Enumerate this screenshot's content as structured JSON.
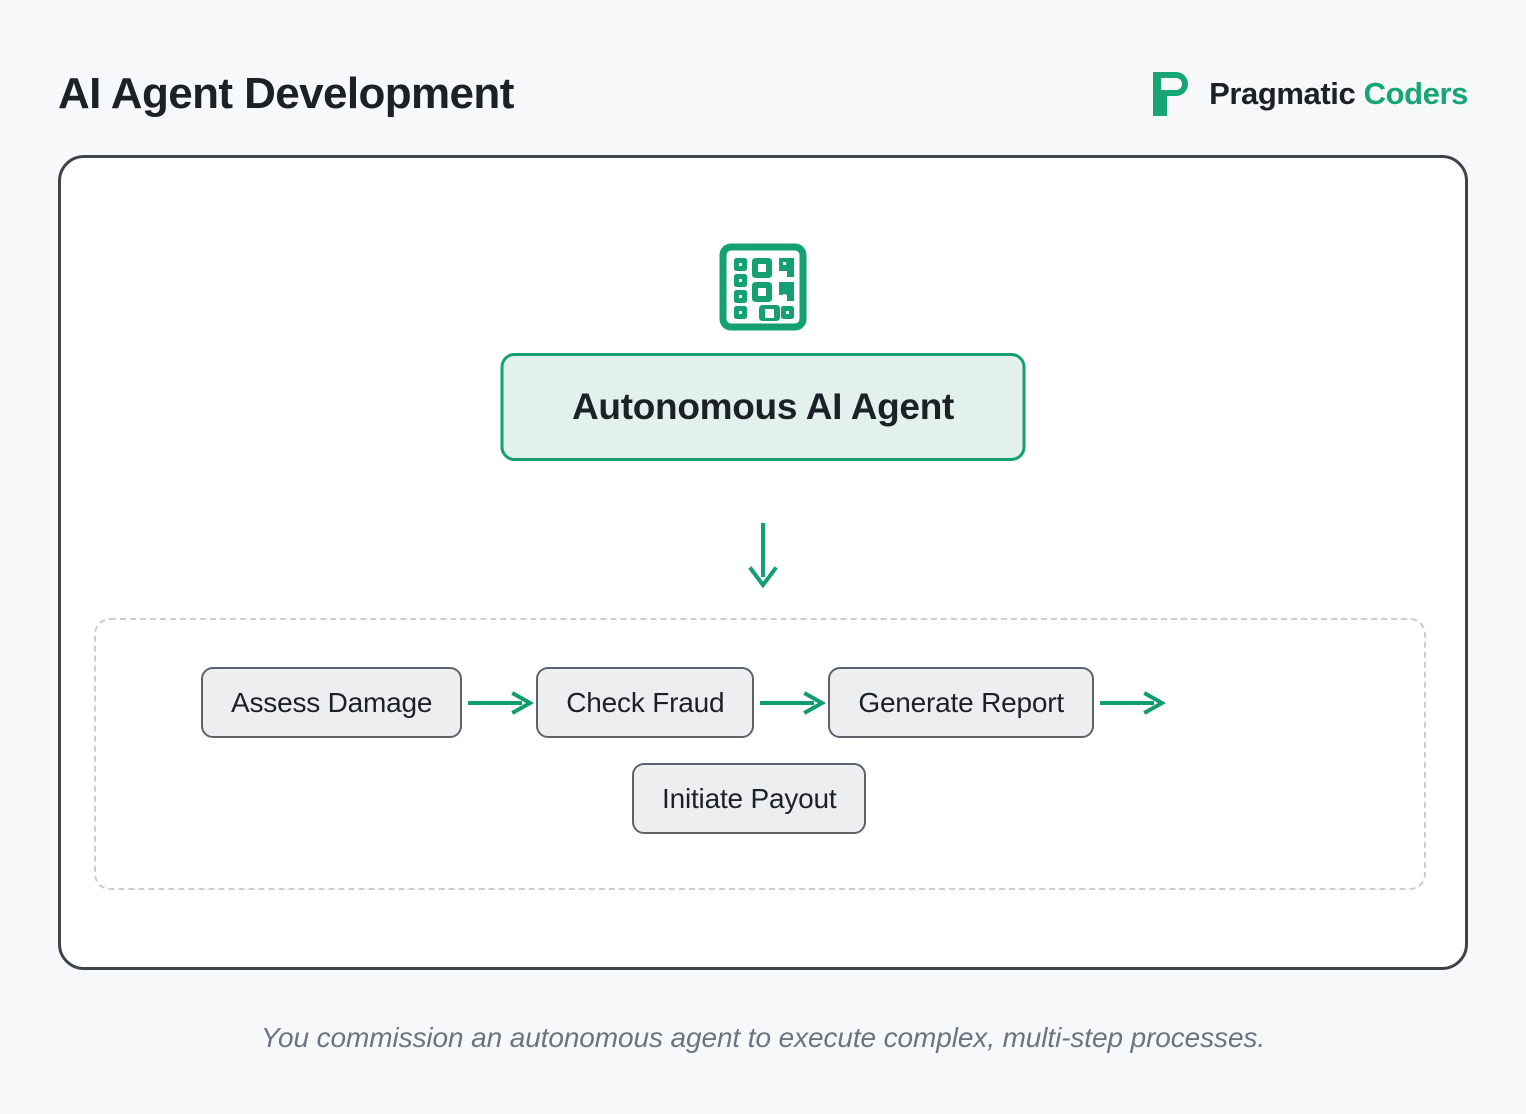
{
  "header": {
    "title": "AI Agent Development",
    "brand": {
      "mark_icon": "pragmatic-coders-double-p-logo-icon",
      "name_part1": "Pragmatic",
      "name_part2": "Coders",
      "part1_color": "#1c2127",
      "part2_color": "#17a673"
    }
  },
  "diagram": {
    "agent_icon": "ai-chip-grid-icon",
    "agent_label": "Autonomous AI Agent",
    "flow_arrow_down_icon": "arrow-down-icon",
    "tasks": [
      {
        "label": "Assess Damage"
      },
      {
        "label": "Check Fraud"
      },
      {
        "label": "Generate Report"
      }
    ],
    "secondary_task": {
      "label": "Initiate Payout"
    },
    "arrow_right_icon": "arrow-right-icon",
    "arrow_count": 3
  },
  "caption": "You commission an autonomous agent to execute complex, multi-step processes.",
  "colors": {
    "page_background": "#f7f8fa",
    "card_border": "#3f444b",
    "card_background": "#ffffff",
    "accent_green": "#14a070",
    "agent_box_fill": "#e3f1ec",
    "task_box_fill": "#eceef0",
    "task_box_border": "#5d636c",
    "dashed_border": "#c9ced6",
    "caption_text": "#6b7480",
    "title_text": "#1c2127"
  }
}
